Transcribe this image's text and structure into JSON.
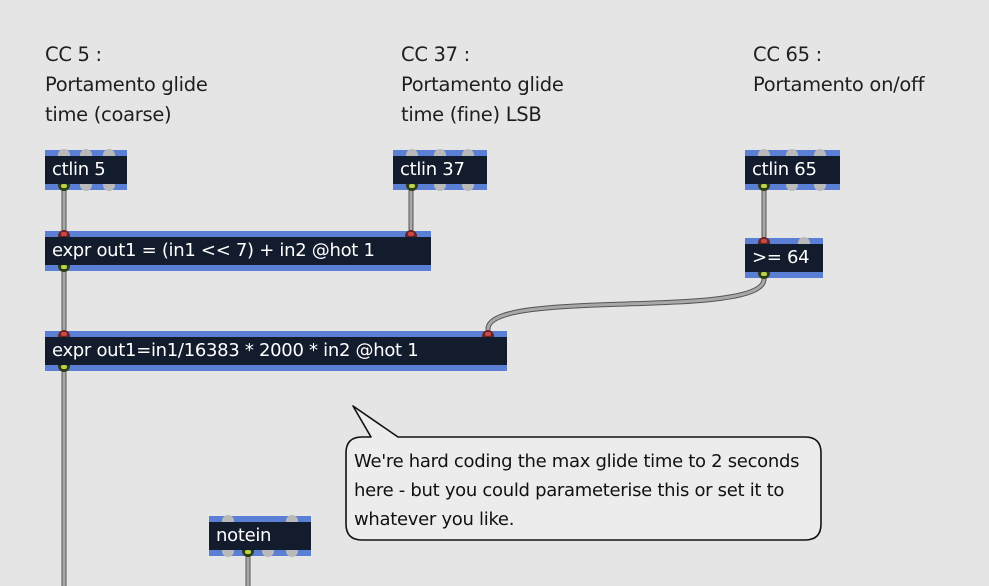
{
  "comments": [
    {
      "id": "cc5",
      "text": "CC 5 :\nPortamento glide\ntime (coarse)"
    },
    {
      "id": "cc37",
      "text": "CC 37 :\nPortamento glide\ntime (fine) LSB"
    },
    {
      "id": "cc65",
      "text": "CC 65 :\nPortamento on/off"
    }
  ],
  "objects": {
    "ctlin5": "ctlin 5",
    "ctlin37": "ctlin 37",
    "ctlin65": "ctlin 65",
    "expr1": "expr out1 = (in1 << 7) + in2 @hot 1",
    "gte64": ">= 64",
    "expr2": "expr out1=in1/16383 * 2000 * in2 @hot 1",
    "notein": "notein"
  },
  "bubble": {
    "text": "We're hard coding the max glide time to 2 seconds here - but you could parameterise this or set it to whatever you like."
  },
  "colors": {
    "background": "#e5e5e5",
    "object_body": "#131c2c",
    "object_frame": "#5b7fd4",
    "patch_cord": "#9a9a9a"
  }
}
